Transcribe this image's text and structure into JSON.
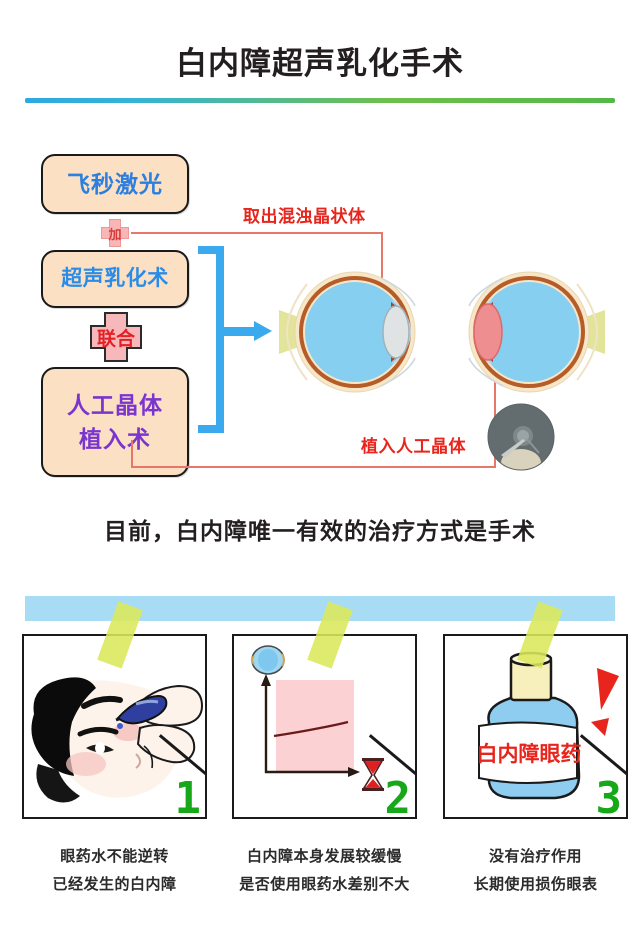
{
  "title": "白内障超声乳化手术",
  "flow": {
    "boxes": [
      {
        "label": "飞秒激光",
        "color": "#2a7fe0"
      },
      {
        "label": "超声乳化术",
        "color": "#2a8ce8"
      },
      {
        "label": "人工晶体",
        "label2": "植入术",
        "color": "#7b35cf"
      }
    ],
    "connector_add": "加",
    "connector_combine": "联合",
    "callout_remove": "取出混浊晶状体",
    "callout_implant": "植入人工晶体",
    "accent_blue": "#3aa9ee",
    "accent_red": "#e8251c",
    "box_fill": "#fbe0c3"
  },
  "subtitle": "目前，白内障唯一有效的治疗方式是手术",
  "bottom": {
    "bar_color": "#a8dcf5",
    "tape_color": "#dbe85a",
    "panels": [
      {
        "number": "1",
        "icon": "eye-drop-instillation-icon",
        "caption_line1": "眼药水不能逆转",
        "caption_line2": "已经发生的白内障"
      },
      {
        "number": "2",
        "icon": "slow-progress-chart-icon",
        "caption_line1": "白内障本身发展较缓慢",
        "caption_line2": "是否使用眼药水差别不大"
      },
      {
        "number": "3",
        "icon": "eye-drop-bottle-icon",
        "bottle_label": "白内障眼药",
        "caption_line1": "没有治疗作用",
        "caption_line2": "长期使用损伤眼表"
      }
    ]
  }
}
